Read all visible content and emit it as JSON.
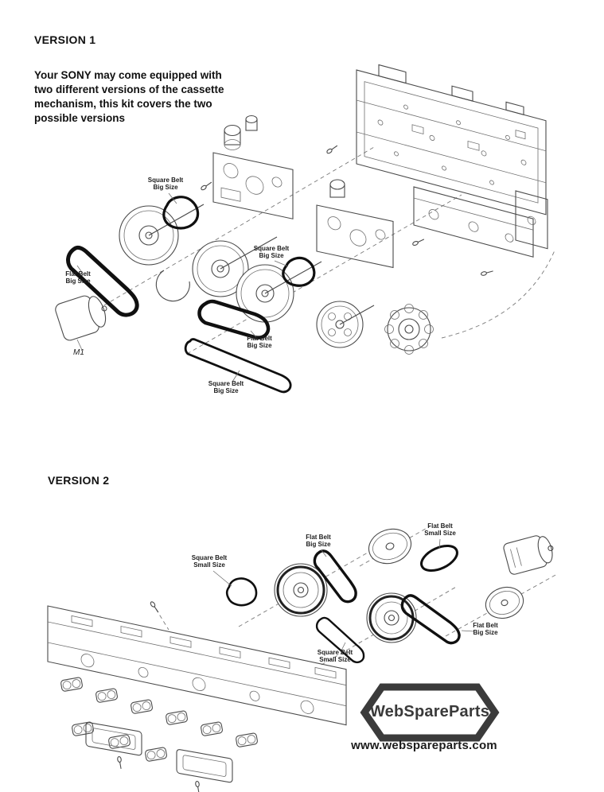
{
  "version1": {
    "title": "VERSION 1",
    "description": "Your SONY may come equipped with\ntwo different versions of the cassette\nmechanism, this kit covers the two\npossible versions",
    "labels": [
      {
        "text": "Square Belt\nBig Size"
      },
      {
        "text": "Flat Belt\nBig Size"
      },
      {
        "text": "Square Belt\nBig Size"
      },
      {
        "text": "Flat Belt\nBig Size"
      },
      {
        "text": "Square Belt\nBig Size"
      }
    ],
    "motor_label": "M1"
  },
  "version2": {
    "title": "VERSION 2",
    "labels": [
      {
        "text": "Square Belt\nSmall Size"
      },
      {
        "text": "Flat Belt\nBig Size"
      },
      {
        "text": "Flat Belt\nSmall Size"
      },
      {
        "text": "Square Belt\nSmall Size"
      },
      {
        "text": "Flat Belt\nBig Size"
      }
    ]
  },
  "branding": {
    "logo_text": "WebSpareParts",
    "website": "www.webspareparts.com"
  },
  "colors": {
    "line": "#4a4a4a",
    "belt": "#101010",
    "text": "#111111",
    "logo": "#3a3a3a"
  }
}
